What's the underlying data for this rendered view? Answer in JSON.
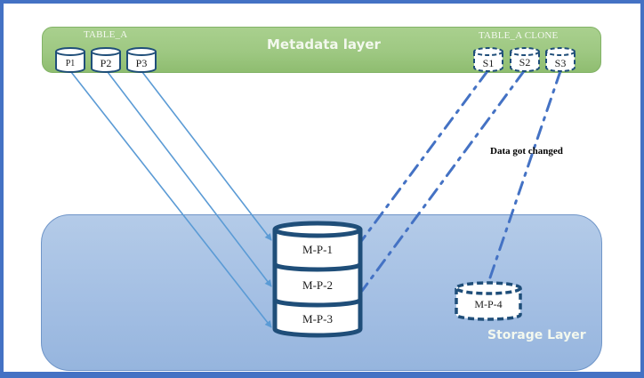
{
  "diagram": {
    "metadata_layer": {
      "title": "Metadata layer",
      "source_table": {
        "label": "TABLE_A",
        "partitions": [
          "P1",
          "P2",
          "P3"
        ]
      },
      "clone_table": {
        "label": "TABLE_A  CLONE",
        "partitions": [
          "S1",
          "S2",
          "S3"
        ]
      }
    },
    "storage_layer": {
      "title": "Storage Layer",
      "micro_partitions": [
        "M-P-1",
        "M-P-2",
        "M-P-3"
      ],
      "new_micro_partition": "M-P-4"
    },
    "annotation": "Data got changed",
    "links": [
      {
        "from": "P1",
        "to": "M-P-3",
        "style": "solid-arrow"
      },
      {
        "from": "P2",
        "to": "M-P-2",
        "style": "solid-arrow"
      },
      {
        "from": "P3",
        "to": "M-P-1",
        "style": "solid-arrow"
      },
      {
        "from": "S1",
        "to": "M-P-1",
        "style": "dash-dot"
      },
      {
        "from": "S2",
        "to": "M-P-2",
        "style": "dash-dot"
      },
      {
        "from": "S3",
        "to": "M-P-4",
        "style": "dash-dot"
      }
    ],
    "colors": {
      "metadata_fill": "#a9d08e",
      "storage_fill": "#a5c0e4",
      "cylinder_stroke": "#1f4e79",
      "solid_link": "#5b9bd5",
      "dashed_link": "#4472c4",
      "frame": "#4472c4"
    }
  }
}
